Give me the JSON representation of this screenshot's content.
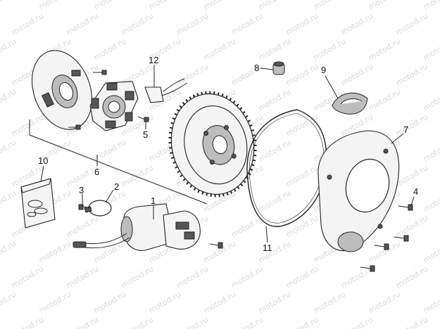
{
  "watermark": "motod.ru",
  "callouts": [
    {
      "id": "1",
      "text": "1"
    },
    {
      "id": "2",
      "text": "2"
    },
    {
      "id": "3",
      "text": "3"
    },
    {
      "id": "4",
      "text": "4"
    },
    {
      "id": "5",
      "text": "5"
    },
    {
      "id": "6",
      "text": "6"
    },
    {
      "id": "7",
      "text": "7"
    },
    {
      "id": "8",
      "text": "8"
    },
    {
      "id": "9",
      "text": "9"
    },
    {
      "id": "10",
      "text": "10"
    },
    {
      "id": "11",
      "text": "11"
    },
    {
      "id": "12",
      "text": "12"
    }
  ]
}
